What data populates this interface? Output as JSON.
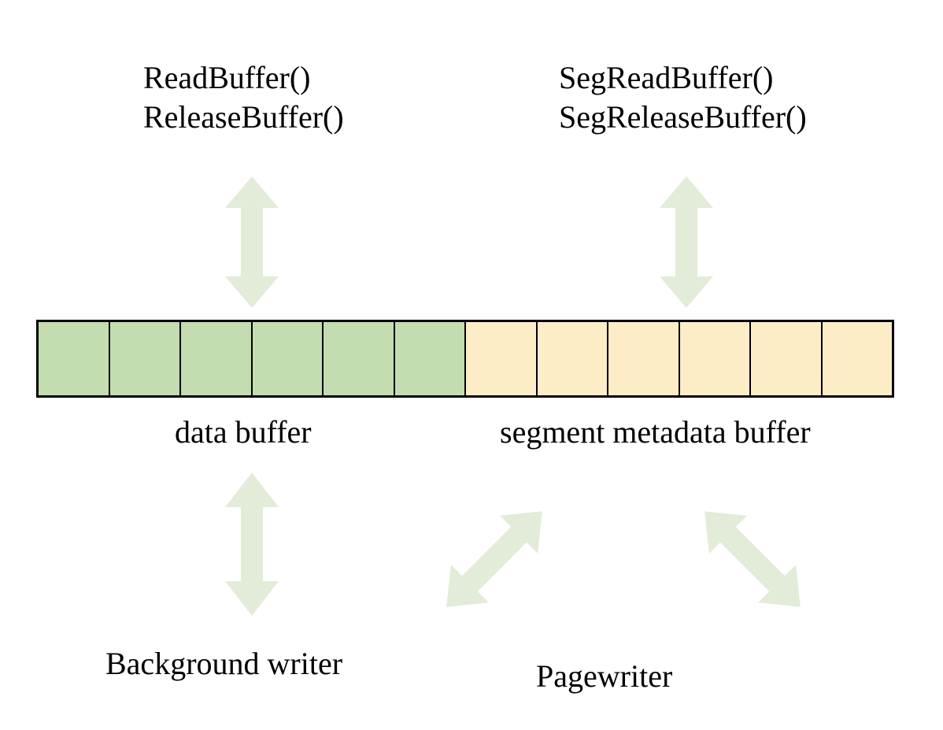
{
  "diagram": {
    "title": "PostgreSQL buffer pool layout with data buffer and segment metadata buffer",
    "background_color": "#ffffff",
    "text_color": "#000000"
  },
  "api_labels": {
    "data_buffer_api": {
      "lines": [
        "ReadBuffer()",
        "ReleaseBuffer()"
      ],
      "line1": "ReadBuffer()",
      "line2": "ReleaseBuffer()"
    },
    "segment_metadata_api": {
      "lines": [
        "SegReadBuffer()",
        "SegReleaseBuffer()"
      ],
      "line1": "SegReadBuffer()",
      "line2": "SegReleaseBuffer()"
    }
  },
  "buffer_bar": {
    "total_cells": 12,
    "border_color": "#000000",
    "regions": [
      {
        "name": "data buffer",
        "caption": "data buffer",
        "cell_count": 6,
        "color": "#c3ddb0"
      },
      {
        "name": "segment metadata buffer",
        "caption": "segment metadata buffer",
        "cell_count": 6,
        "color": "#fcedc7"
      }
    ],
    "cells": [
      {
        "index": 1,
        "region": "data buffer",
        "color": "#c3ddb0"
      },
      {
        "index": 2,
        "region": "data buffer",
        "color": "#c3ddb0"
      },
      {
        "index": 3,
        "region": "data buffer",
        "color": "#c3ddb0"
      },
      {
        "index": 4,
        "region": "data buffer",
        "color": "#c3ddb0"
      },
      {
        "index": 5,
        "region": "data buffer",
        "color": "#c3ddb0"
      },
      {
        "index": 6,
        "region": "data buffer",
        "color": "#c3ddb0"
      },
      {
        "index": 7,
        "region": "segment metadata buffer",
        "color": "#fcedc7"
      },
      {
        "index": 8,
        "region": "segment metadata buffer",
        "color": "#fcedc7"
      },
      {
        "index": 9,
        "region": "segment metadata buffer",
        "color": "#fcedc7"
      },
      {
        "index": 10,
        "region": "segment metadata buffer",
        "color": "#fcedc7"
      },
      {
        "index": 11,
        "region": "segment metadata buffer",
        "color": "#fcedc7"
      },
      {
        "index": 12,
        "region": "segment metadata buffer",
        "color": "#fcedc7"
      }
    ]
  },
  "components": {
    "background_writer": "Background writer",
    "pagewriter": "Pagewriter"
  },
  "arrows": {
    "fill_color": "#e2ecd9",
    "items": [
      {
        "name": "read-buffer-arrow",
        "orientation": "vertical",
        "double_headed": true,
        "connects": [
          "ReadBuffer()/ReleaseBuffer()",
          "data buffer"
        ]
      },
      {
        "name": "segread-buffer-arrow",
        "orientation": "vertical",
        "double_headed": true,
        "connects": [
          "SegReadBuffer()/SegReleaseBuffer()",
          "segment metadata buffer"
        ]
      },
      {
        "name": "background-writer-arrow",
        "orientation": "vertical",
        "double_headed": true,
        "connects": [
          "data buffer",
          "Background writer"
        ]
      },
      {
        "name": "pagewriter-data-arrow",
        "orientation": "diagonal",
        "double_headed": true,
        "connects": [
          "data buffer",
          "Pagewriter"
        ]
      },
      {
        "name": "pagewriter-segmeta-arrow",
        "orientation": "diagonal",
        "double_headed": true,
        "connects": [
          "Pagewriter",
          "segment metadata buffer"
        ]
      }
    ]
  }
}
